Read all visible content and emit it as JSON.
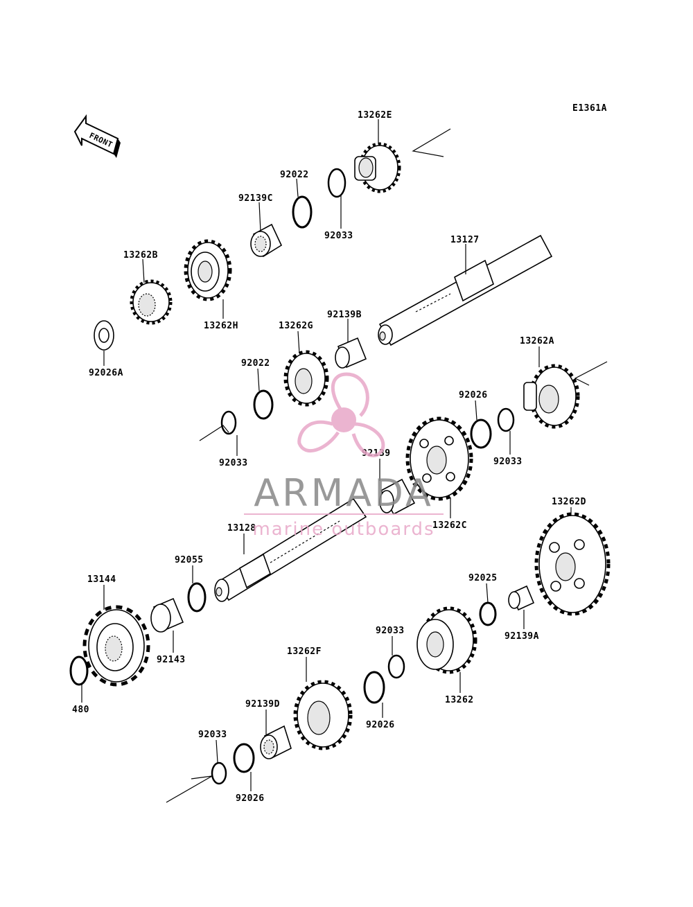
{
  "diagram": {
    "id_code": "E1361A",
    "front_label": "FRONT",
    "labels": {
      "p13262E": "13262E",
      "p92022a": "92022",
      "p92139C": "92139C",
      "p92033a": "92033",
      "p13262B": "13262B",
      "p13262H": "13262H",
      "p13127": "13127",
      "p92026A": "92026A",
      "p13262G": "13262G",
      "p92139B": "92139B",
      "p92022b": "92022",
      "p13262A": "13262A",
      "p92026a": "92026",
      "p92033b": "92033",
      "p92033c": "92033",
      "p92139": "92139",
      "p13262C": "13262C",
      "p13128": "13128",
      "p13262D": "13262D",
      "p92055": "92055",
      "p13144": "13144",
      "p92025": "92025",
      "p92143": "92143",
      "p92139A": "92139A",
      "p92033d": "92033",
      "p13262F": "13262F",
      "p13262": "13262",
      "p480": "480",
      "p92139D": "92139D",
      "p92026b": "92026",
      "p92033e": "92033",
      "p92026c": "92026"
    }
  },
  "watermark": {
    "brand": "ARMADA",
    "tagline": "marine outboards",
    "color_logo": "#e8a7c8",
    "color_text": "#888888"
  }
}
